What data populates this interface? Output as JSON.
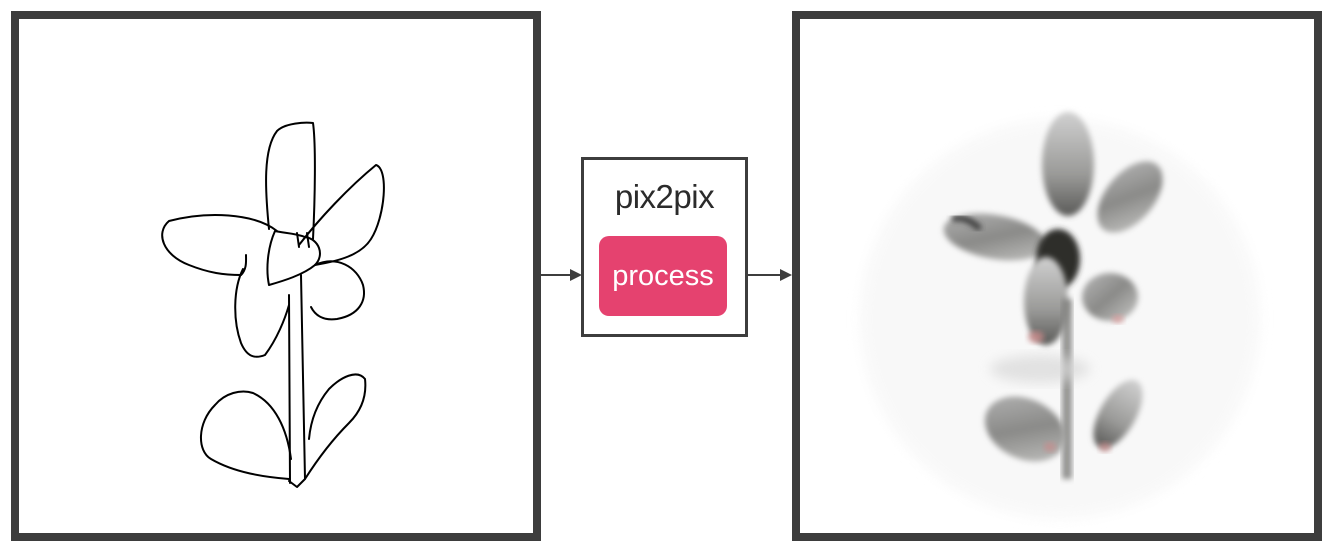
{
  "model": {
    "name": "pix2pix",
    "process_label": "process"
  },
  "panels": {
    "input": {
      "icon": "flower-sketch"
    },
    "output": {
      "icon": "generated-flower-image"
    }
  },
  "colors": {
    "frame": "#3d3d3d",
    "button": "#e5426f",
    "button_text": "#ffffff"
  }
}
